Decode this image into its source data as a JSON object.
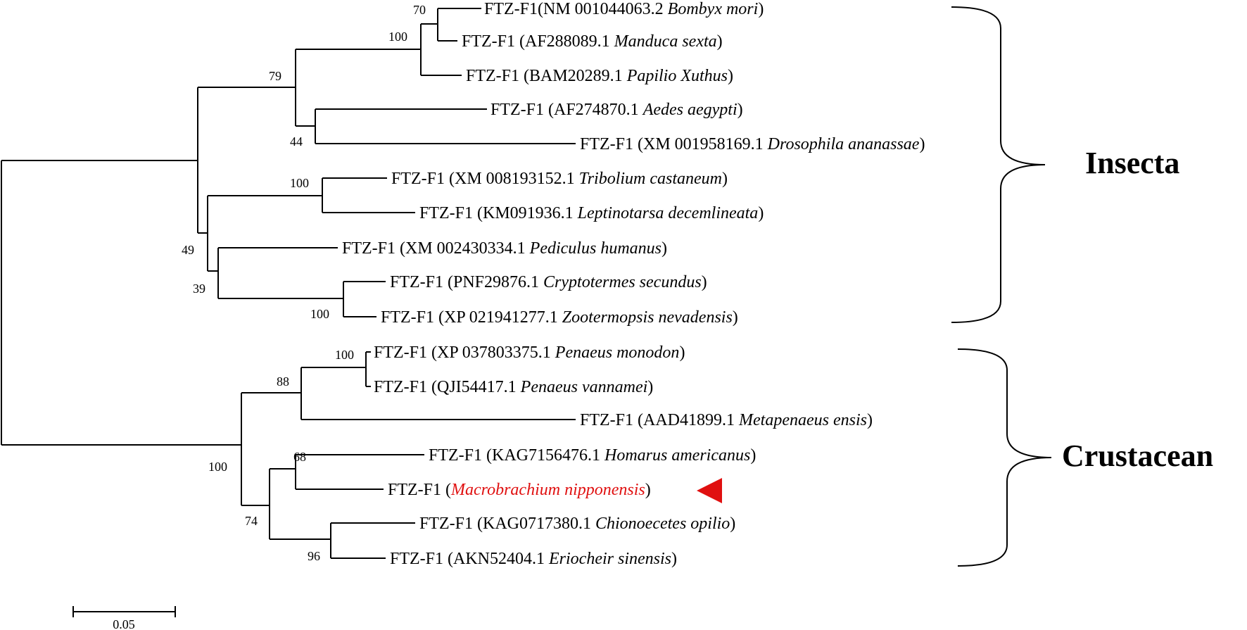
{
  "tree": {
    "leaves": [
      {
        "id": "bombyx",
        "prefix": "FTZ-F1(",
        "acc": "NM 001044063.2 ",
        "species": "Bombyx mori",
        "suffix": ")"
      },
      {
        "id": "manduca",
        "prefix": "FTZ-F1 (",
        "acc": "AF288089.1 ",
        "species": "Manduca sexta",
        "suffix": ")"
      },
      {
        "id": "papilio",
        "prefix": "FTZ-F1 (",
        "acc": "BAM20289.1 ",
        "species": "Papilio Xuthus",
        "suffix": ")"
      },
      {
        "id": "aedes",
        "prefix": "FTZ-F1 (",
        "acc": "AF274870.1 ",
        "species": "Aedes aegypti",
        "suffix": ")"
      },
      {
        "id": "drosophila",
        "prefix": "FTZ-F1 (",
        "acc": "XM 001958169.1 ",
        "species": "Drosophila ananassae",
        "suffix": ")"
      },
      {
        "id": "tribolium",
        "prefix": "FTZ-F1 (",
        "acc": "XM 008193152.1 ",
        "species": "Tribolium castaneum",
        "suffix": ")"
      },
      {
        "id": "leptinotarsa",
        "prefix": "FTZ-F1 (",
        "acc": "KM091936.1 ",
        "species": "Leptinotarsa decemlineata",
        "suffix": ")"
      },
      {
        "id": "pediculus",
        "prefix": "FTZ-F1 (",
        "acc": "XM 002430334.1 ",
        "species": "Pediculus humanus",
        "suffix": ")"
      },
      {
        "id": "cryptotermes",
        "prefix": "FTZ-F1 (",
        "acc": "PNF29876.1 ",
        "species": "Cryptotermes secundus",
        "suffix": ")"
      },
      {
        "id": "zootermopsis",
        "prefix": "FTZ-F1 (",
        "acc": "XP 021941277.1 ",
        "species": "Zootermopsis nevadensis",
        "suffix": ")"
      },
      {
        "id": "monodon",
        "prefix": "FTZ-F1 (",
        "acc": "XP 037803375.1 ",
        "species": "Penaeus monodon",
        "suffix": ")"
      },
      {
        "id": "vannamei",
        "prefix": "FTZ-F1 (",
        "acc": "QJI54417.1 ",
        "species": "Penaeus vannamei",
        "suffix": ")"
      },
      {
        "id": "metapenaeus",
        "prefix": "FTZ-F1 (",
        "acc": "AAD41899.1 ",
        "species": "Metapenaeus ensis",
        "suffix": ")"
      },
      {
        "id": "homarus",
        "prefix": "FTZ-F1 (",
        "acc": "KAG7156476.1 ",
        "species": "Homarus americanus",
        "suffix": ")"
      },
      {
        "id": "macrobrachium",
        "prefix": "FTZ-F1 (",
        "acc": "",
        "species": "Macrobrachium nipponensis",
        "suffix": ")",
        "highlight": true
      },
      {
        "id": "chionoecetes",
        "prefix": "FTZ-F1 (",
        "acc": "KAG0717380.1 ",
        "species": "Chionoecetes opilio",
        "suffix": ")"
      },
      {
        "id": "eriocheir",
        "prefix": "FTZ-F1 (",
        "acc": "AKN52404.1 ",
        "species": "Eriocheir sinensis",
        "suffix": ")"
      }
    ],
    "bootstrap": {
      "bombyx_manduca": "70",
      "lepidoptera": "100",
      "holometabola_a": "79",
      "diptera": "44",
      "coleoptera": "100",
      "insecta_b": "49",
      "hemi": "39",
      "termites": "100",
      "penaeus": "100",
      "penaeidae": "88",
      "crustacea": "100",
      "homarus_macro": "68",
      "reptantia": "74",
      "brachyura": "96"
    },
    "highlight_color": "#e01010"
  },
  "clades": {
    "insecta": "Insecta",
    "crustacean": "Crustacean"
  },
  "scale_bar": {
    "label": "0.05"
  },
  "marker_icon": "left-pointing-triangle"
}
